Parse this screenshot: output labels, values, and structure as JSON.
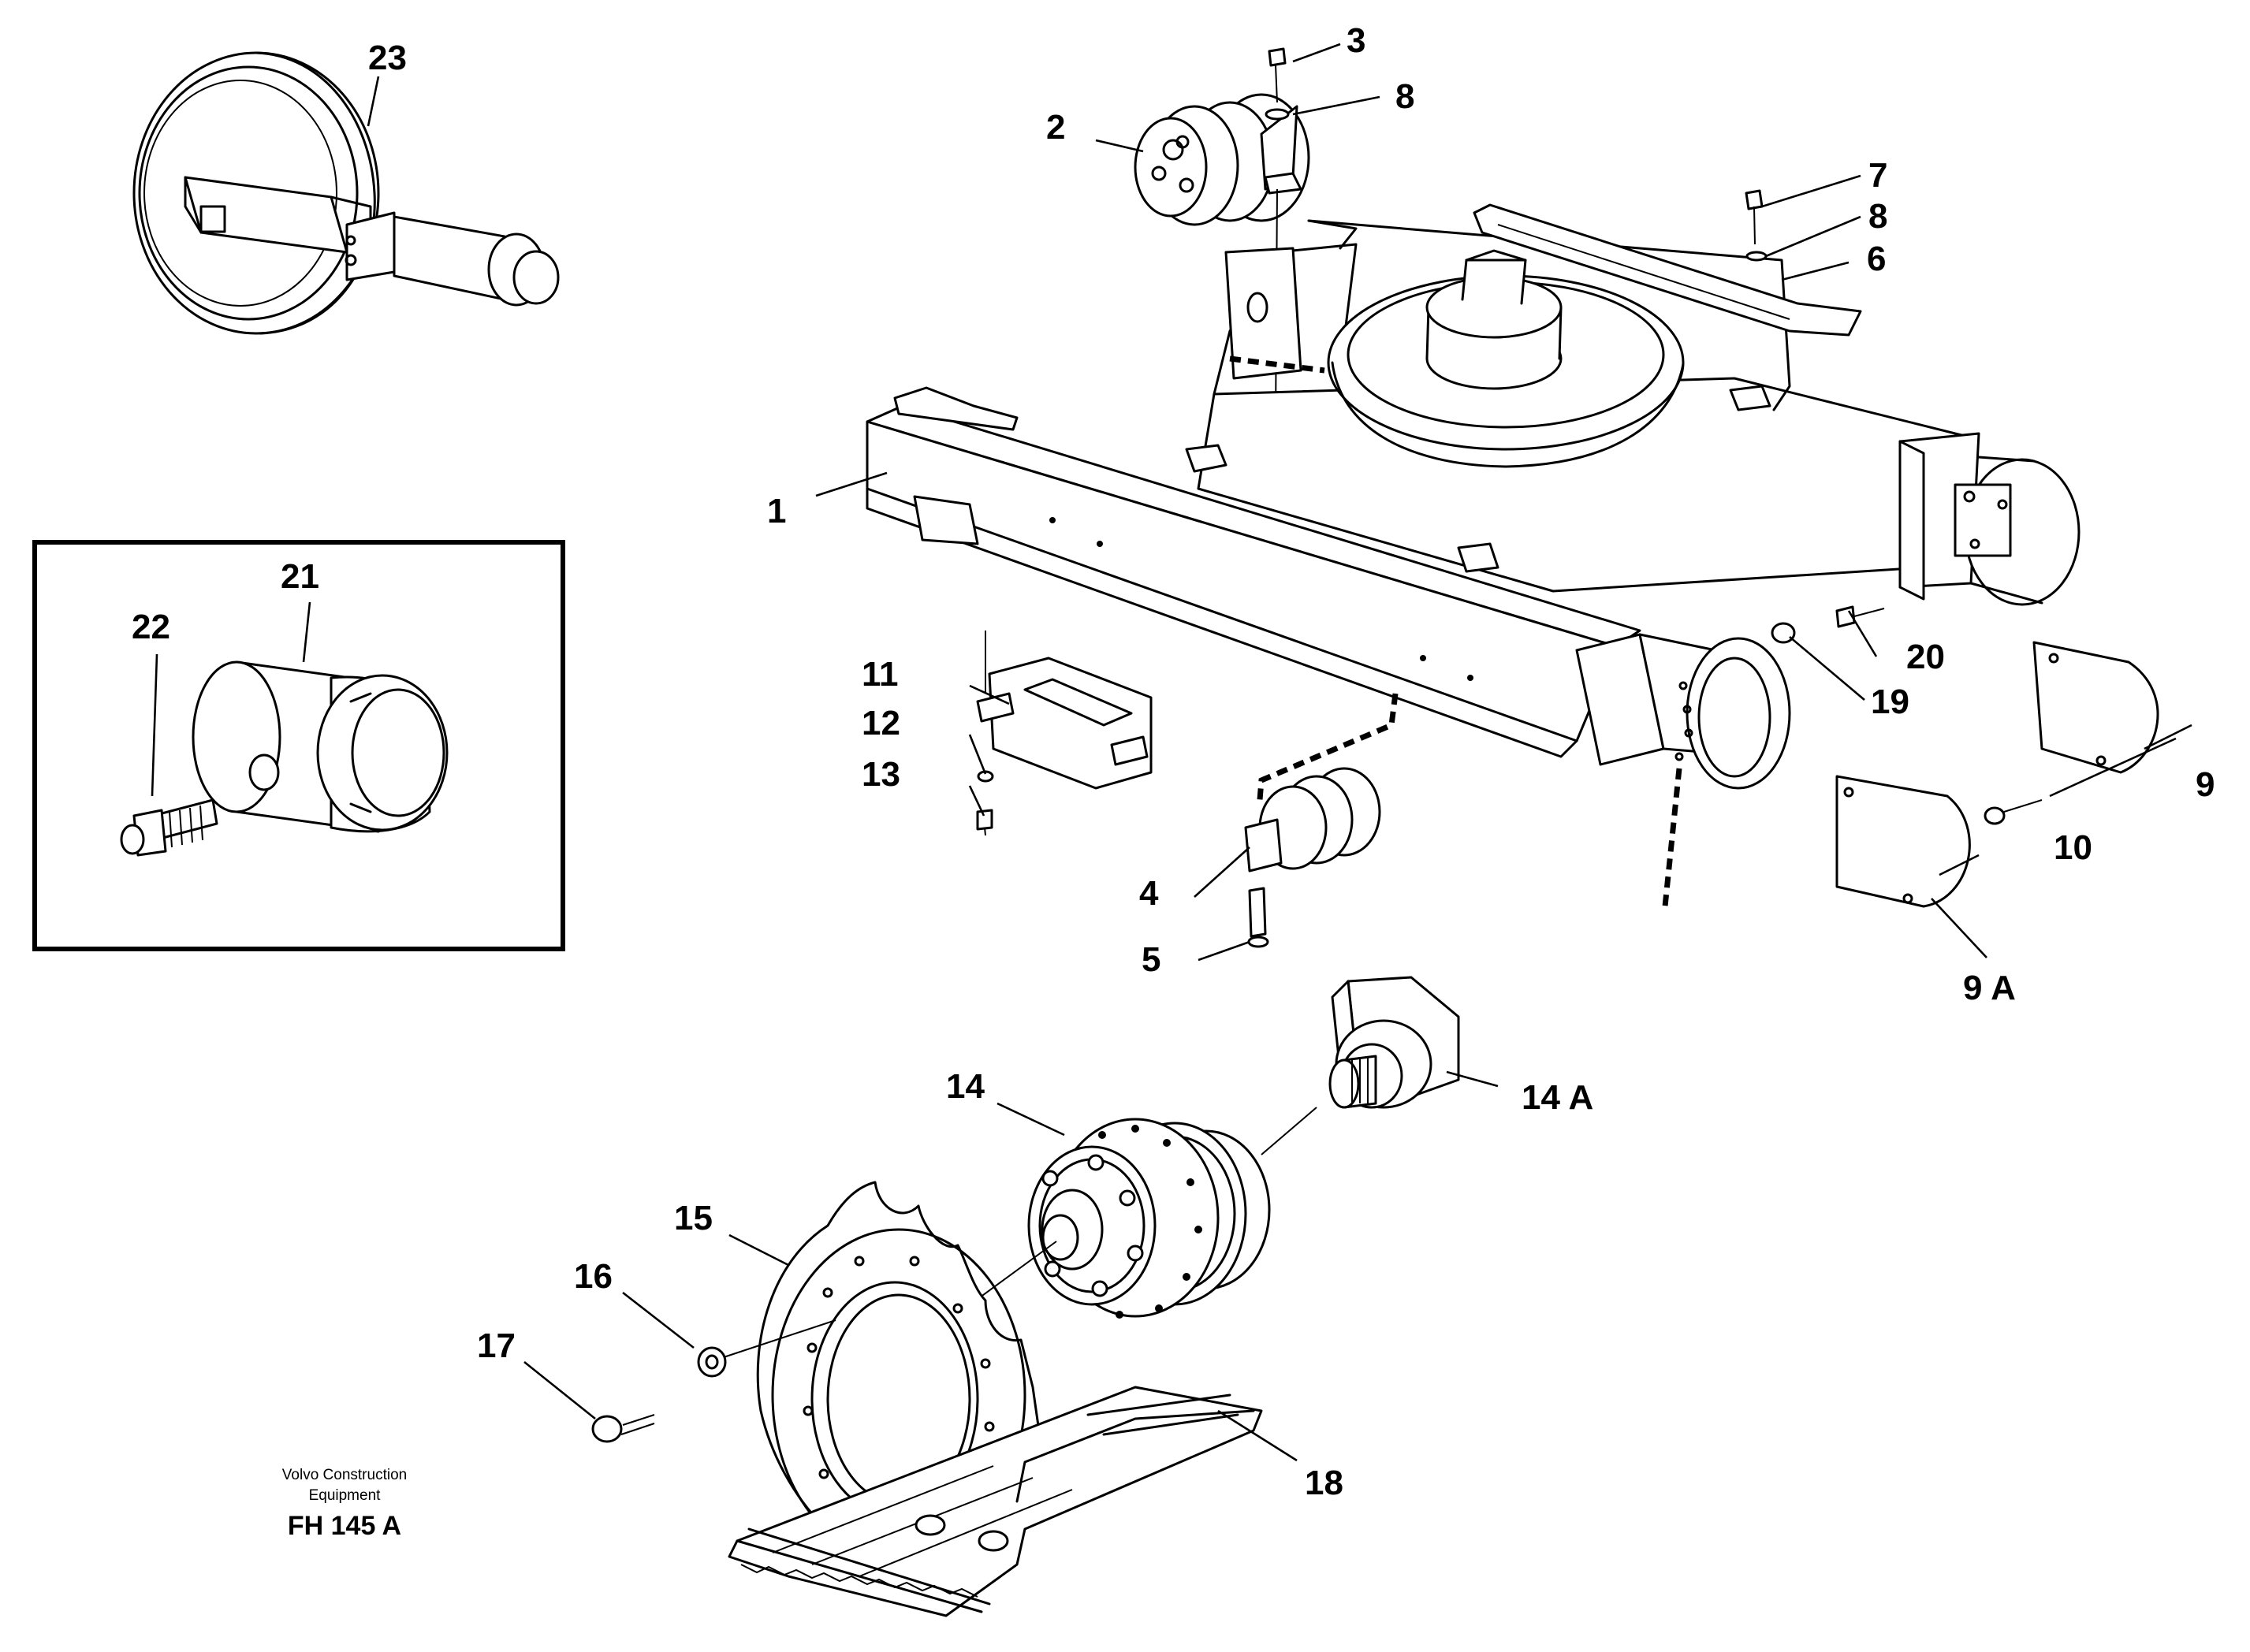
{
  "callouts": [
    {
      "id": "1",
      "label": "1"
    },
    {
      "id": "2",
      "label": "2"
    },
    {
      "id": "3",
      "label": "3"
    },
    {
      "id": "4",
      "label": "4"
    },
    {
      "id": "5",
      "label": "5"
    },
    {
      "id": "6",
      "label": "6"
    },
    {
      "id": "7",
      "label": "7"
    },
    {
      "id": "8a",
      "label": "8"
    },
    {
      "id": "8b",
      "label": "8"
    },
    {
      "id": "9",
      "label": "9"
    },
    {
      "id": "9a",
      "label": "9 A"
    },
    {
      "id": "10",
      "label": "10"
    },
    {
      "id": "11",
      "label": "11"
    },
    {
      "id": "12",
      "label": "12"
    },
    {
      "id": "13",
      "label": "13"
    },
    {
      "id": "14",
      "label": "14"
    },
    {
      "id": "14a",
      "label": "14 A"
    },
    {
      "id": "15",
      "label": "15"
    },
    {
      "id": "16",
      "label": "16"
    },
    {
      "id": "17",
      "label": "17"
    },
    {
      "id": "18",
      "label": "18"
    },
    {
      "id": "19",
      "label": "19"
    },
    {
      "id": "20",
      "label": "20"
    },
    {
      "id": "21",
      "label": "21"
    },
    {
      "id": "22",
      "label": "22"
    },
    {
      "id": "23",
      "label": "23"
    }
  ],
  "credit": {
    "line1": "Volvo Construction",
    "line2": "Equipment",
    "code": "FH 145 A"
  }
}
